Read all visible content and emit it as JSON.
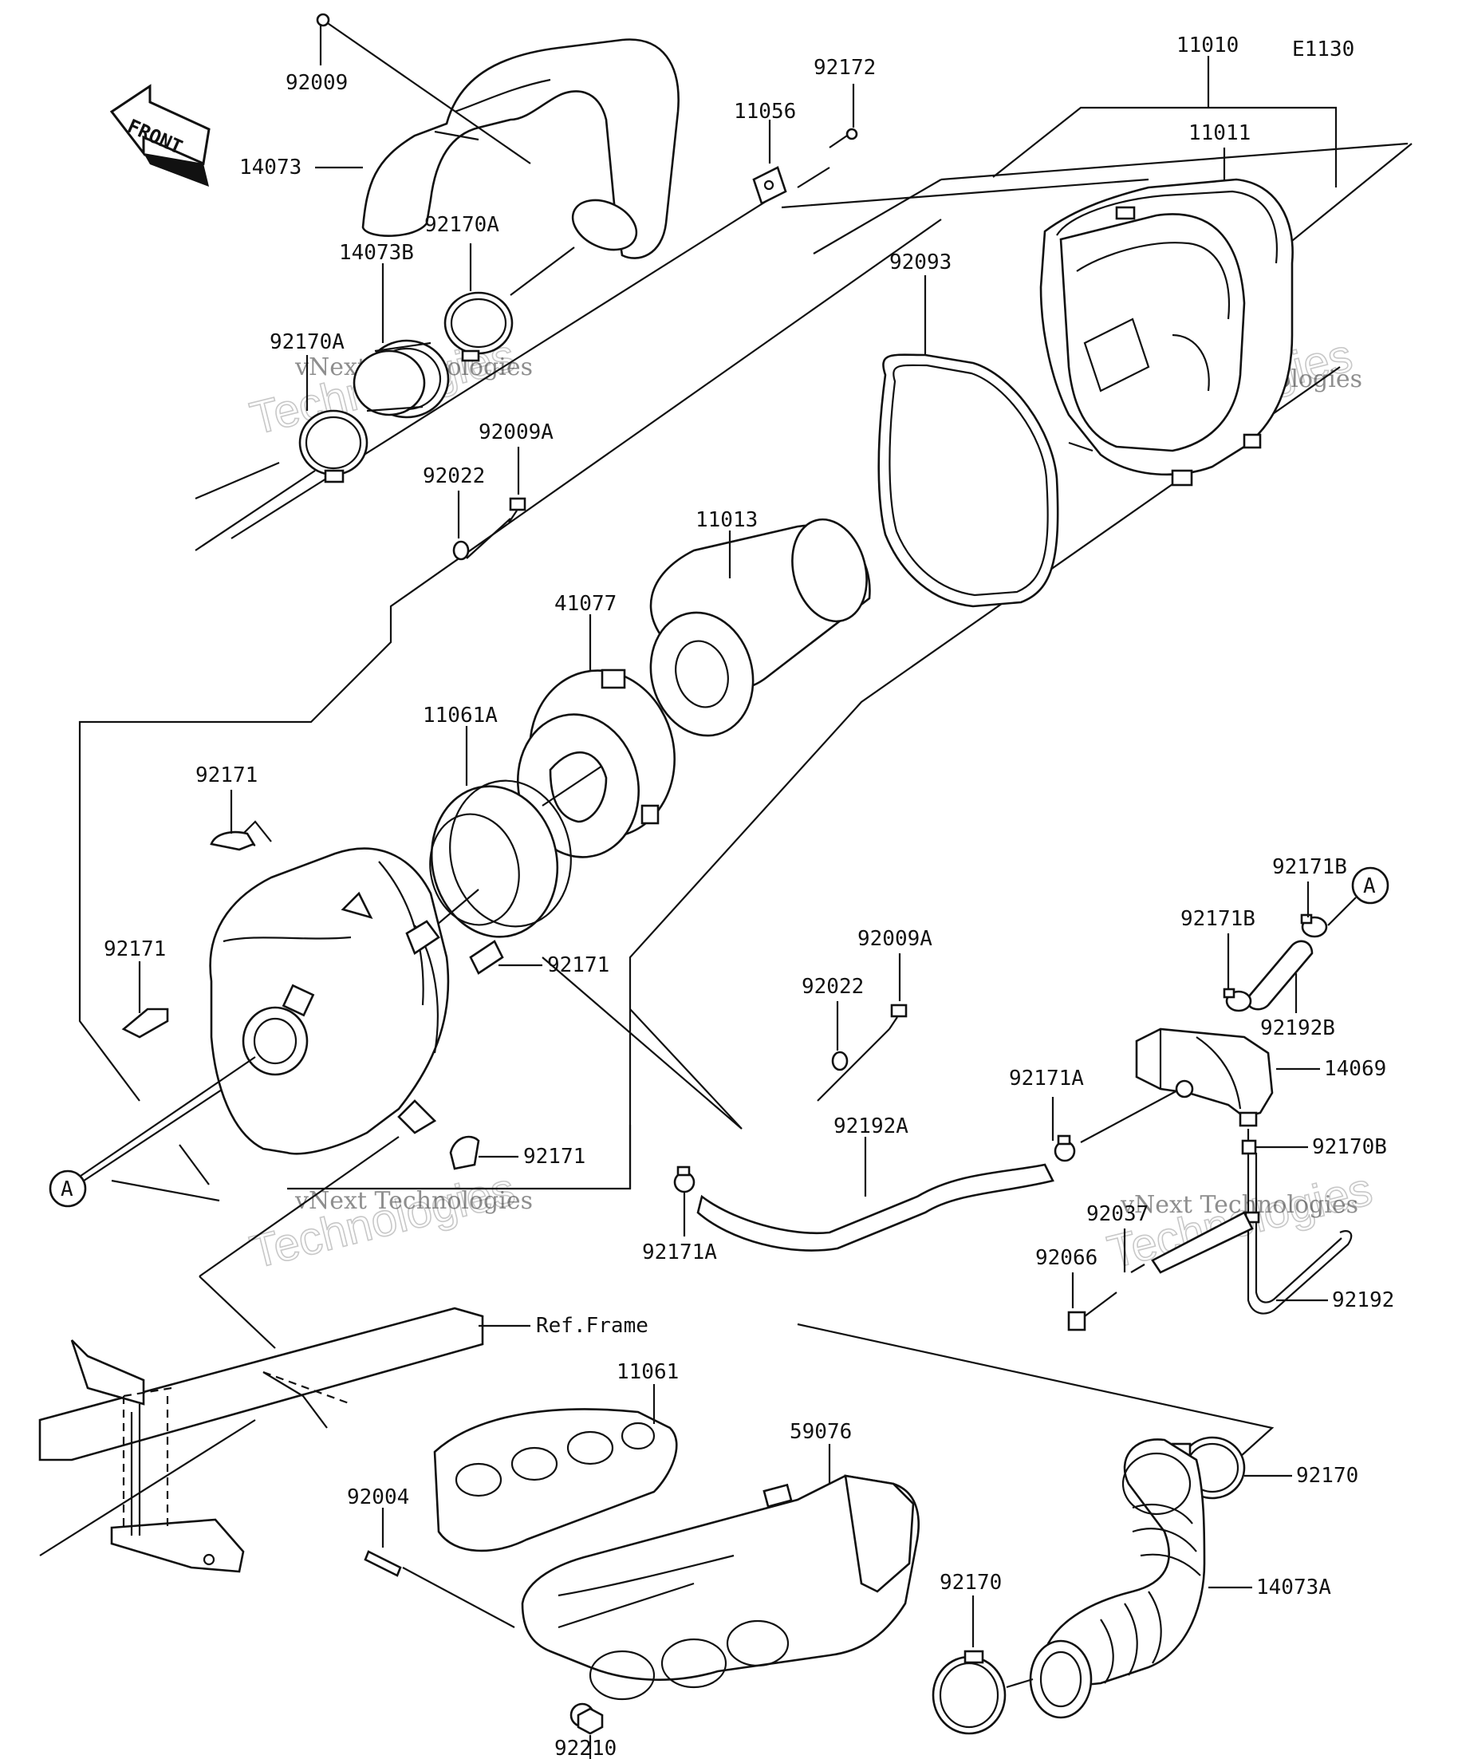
{
  "diagram_code": "E1130",
  "front_label": "FRONT",
  "ref_marker": "A",
  "ref_frame_label": "Ref.Frame",
  "watermark_line1": "vNext Technologies",
  "watermark_line2": "Technologies",
  "parts": {
    "p92009": "92009",
    "p14073": "14073",
    "p92170A_top": "92170A",
    "p14073B": "14073B",
    "p92170A_left": "92170A",
    "p92009A_upper": "92009A",
    "p92022_upper": "92022",
    "p11056": "11056",
    "p92172": "92172",
    "p11010": "11010",
    "p11011": "11011",
    "p92093": "92093",
    "p11013": "11013",
    "p41077": "41077",
    "p11061A": "11061A",
    "p92171_a": "92171",
    "p92171_b": "92171",
    "p92171_c": "92171",
    "p92171_d": "92171",
    "p92009A_lower": "92009A",
    "p92022_lower": "92022",
    "p92171B_top": "92171B",
    "p92171B_mid": "92171B",
    "p92192B": "92192B",
    "p14069": "14069",
    "p92171A_right": "92171A",
    "p92192A": "92192A",
    "p92171A_left": "92171A",
    "p92170B": "92170B",
    "p92037": "92037",
    "p92066": "92066",
    "p92192": "92192",
    "p11061": "11061",
    "p59076": "59076",
    "p92004": "92004",
    "p92170_right": "92170",
    "p92170_left": "92170",
    "p14073A": "14073A",
    "p92210": "92210"
  }
}
